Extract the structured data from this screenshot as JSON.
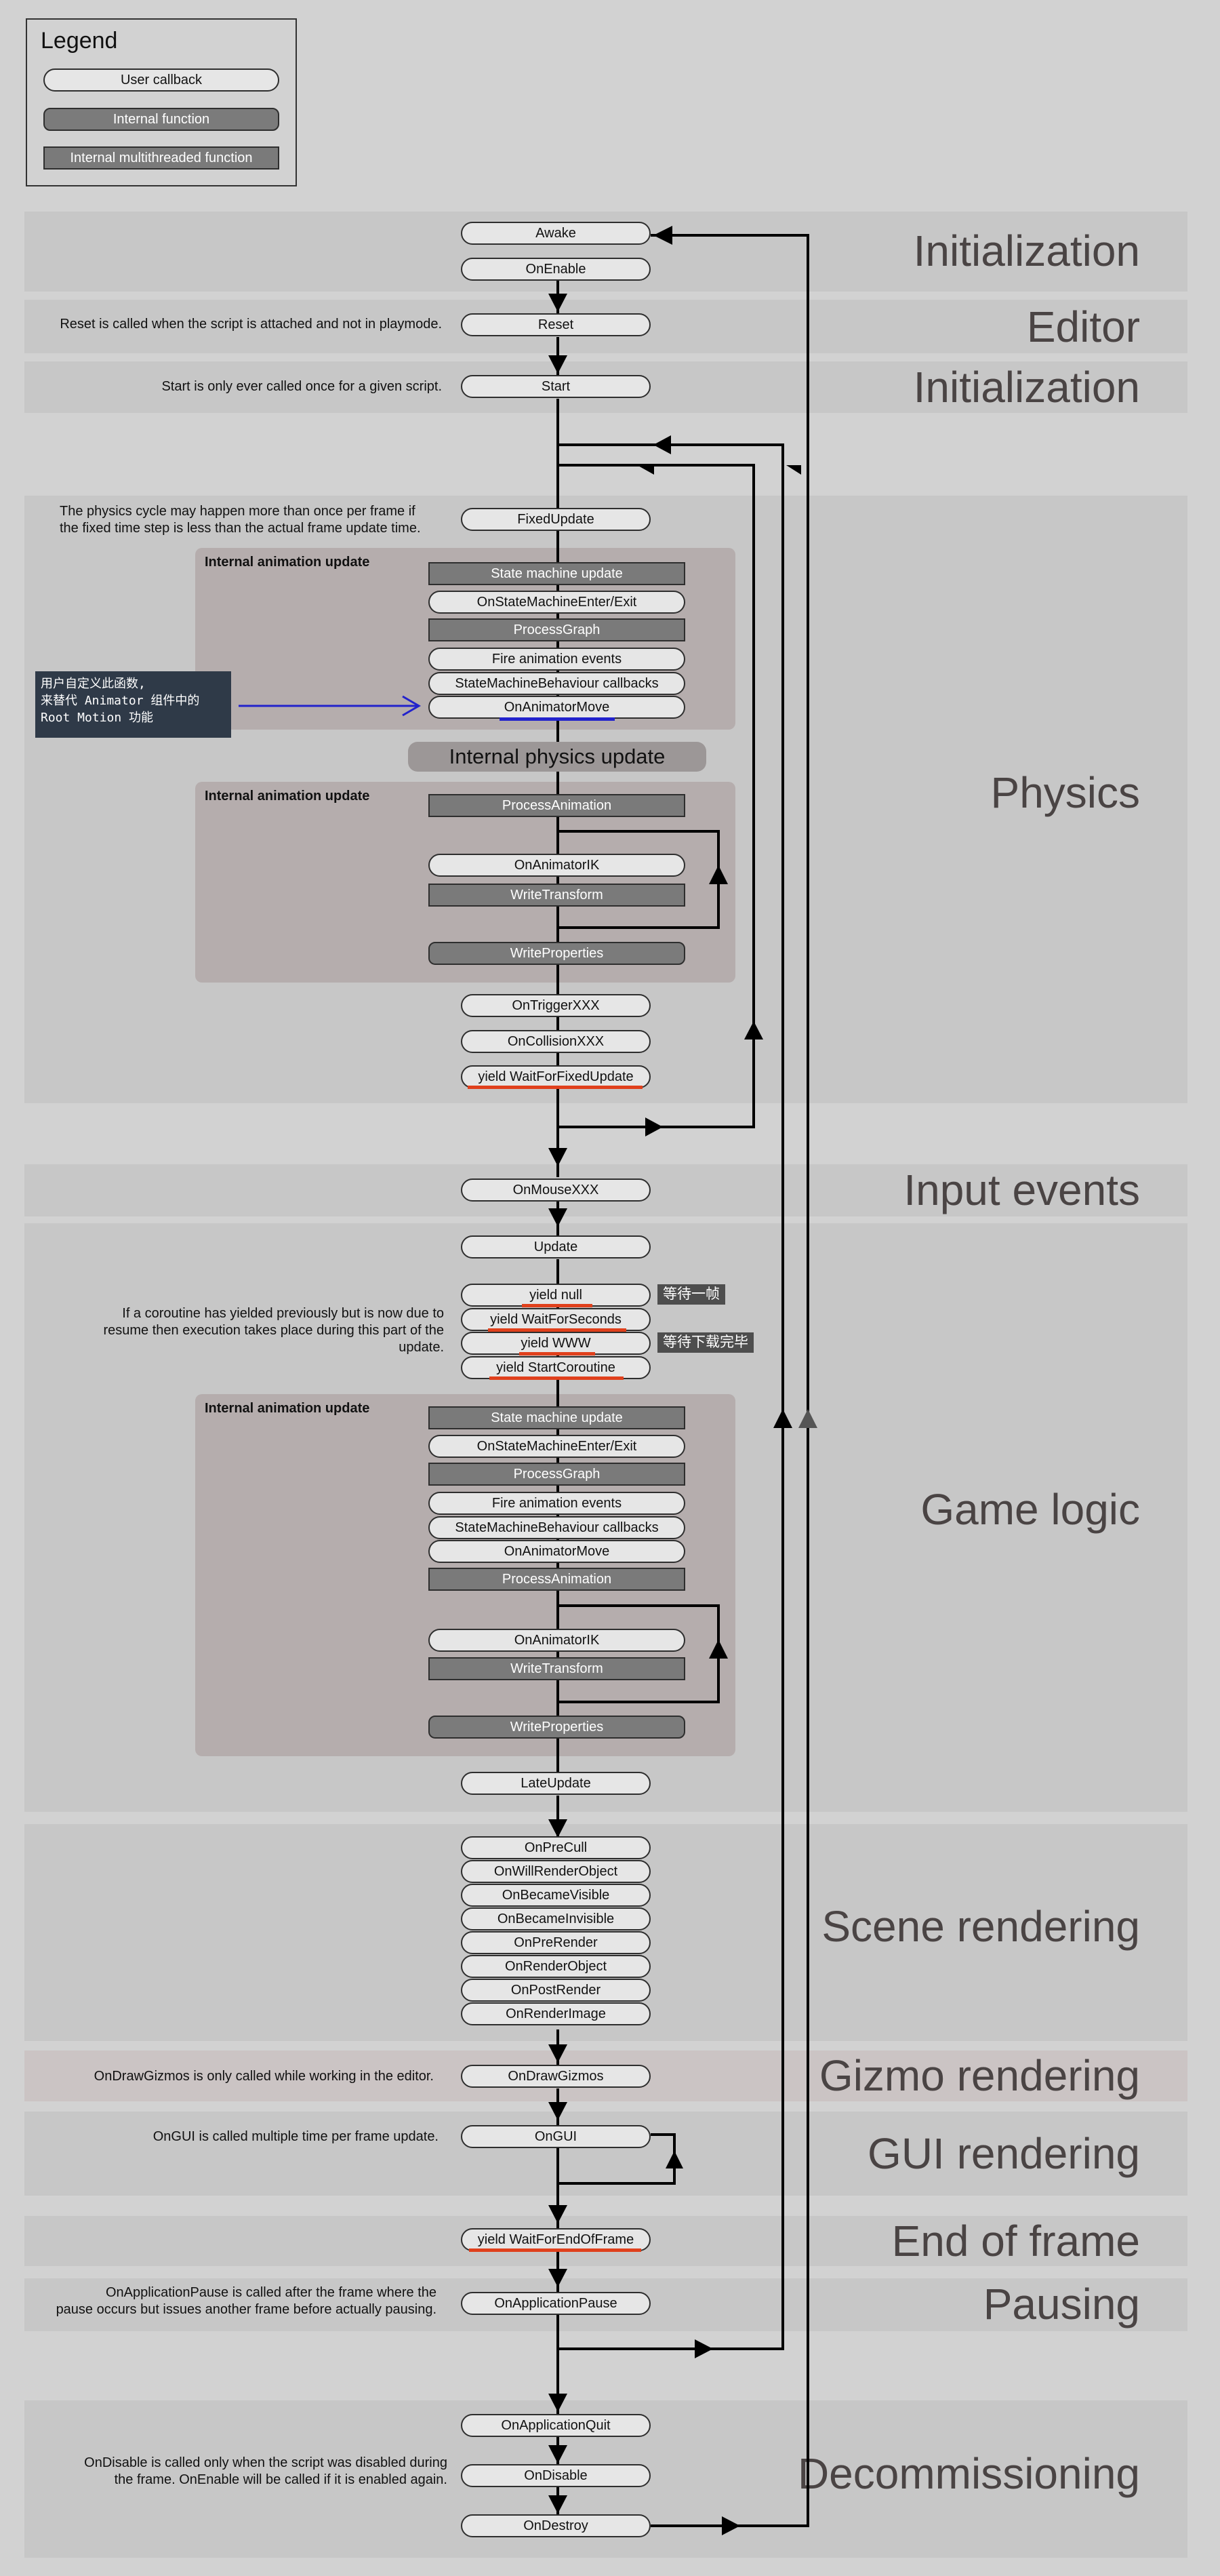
{
  "legend": {
    "title": "Legend",
    "user_callback": "User callback",
    "internal_function": "Internal function",
    "internal_multithreaded": "Internal multithreaded function"
  },
  "bands": {
    "initialization1": "Initialization",
    "editor": "Editor",
    "initialization2": "Initialization",
    "physics": "Physics",
    "input": "Input events",
    "game_logic": "Game logic",
    "scene_rendering": "Scene rendering",
    "gizmo_rendering": "Gizmo rendering",
    "gui_rendering": "GUI rendering",
    "end_of_frame": "End of frame",
    "pausing": "Pausing",
    "decommissioning": "Decommissioning"
  },
  "notes": {
    "reset": "Reset is called when the script is attached and not in playmode.",
    "start": "Start is only ever called once for a given script.",
    "physics": [
      "The physics cycle may happen more than once per frame if",
      "the fixed time step is less than the actual frame update time."
    ],
    "coroutine": [
      "If a coroutine has yielded previously but is now due to",
      "resume then execution takes place during this part of the",
      "update."
    ],
    "gizmos": "OnDrawGizmos is only called while working in the editor.",
    "gui": "OnGUI is called multiple time per frame update.",
    "pause": [
      "OnApplicationPause is called after the frame where the",
      "pause occurs but issues another frame before actually pausing."
    ],
    "disable": [
      "OnDisable is called only when the script was disabled during",
      "the frame. OnEnable will be called if it is enabled again."
    ]
  },
  "callout": [
    "用户自定义此函数,",
    "来替代 Animator 组件中的",
    "Root Motion 功能"
  ],
  "tags": {
    "wait_frame": "等待一帧",
    "wait_download": "等待下载完毕"
  },
  "anim_update_title": "Internal animation update",
  "physics_update": "Internal physics update",
  "nodes": {
    "awake": "Awake",
    "on_enable": "OnEnable",
    "reset": "Reset",
    "start": "Start",
    "fixed_update": "FixedUpdate",
    "state_machine_update": "State machine update",
    "on_state_machine_enter_exit": "OnStateMachineEnter/Exit",
    "process_graph": "ProcessGraph",
    "fire_animation_events": "Fire animation events",
    "state_machine_behaviour_callbacks": "StateMachineBehaviour callbacks",
    "on_animator_move": "OnAnimatorMove",
    "process_animation": "ProcessAnimation",
    "on_animator_ik": "OnAnimatorIK",
    "write_transform": "WriteTransform",
    "write_properties": "WriteProperties",
    "on_trigger": "OnTriggerXXX",
    "on_collision": "OnCollisionXXX",
    "yield_fixed": "yield WaitForFixedUpdate",
    "on_mouse": "OnMouseXXX",
    "update": "Update",
    "yield_null": "yield null",
    "yield_seconds": "yield WaitForSeconds",
    "yield_www": "yield WWW",
    "yield_coroutine": "yield StartCoroutine",
    "late_update": "LateUpdate",
    "on_pre_cull": "OnPreCull",
    "on_will_render_object": "OnWillRenderObject",
    "on_became_visible": "OnBecameVisible",
    "on_became_invisible": "OnBecameInvisible",
    "on_pre_render": "OnPreRender",
    "on_render_object": "OnRenderObject",
    "on_post_render": "OnPostRender",
    "on_render_image": "OnRenderImage",
    "on_draw_gizmos": "OnDrawGizmos",
    "on_gui": "OnGUI",
    "yield_end_of_frame": "yield WaitForEndOfFrame",
    "on_application_pause": "OnApplicationPause",
    "on_application_quit": "OnApplicationQuit",
    "on_disable": "OnDisable",
    "on_destroy": "OnDestroy"
  }
}
